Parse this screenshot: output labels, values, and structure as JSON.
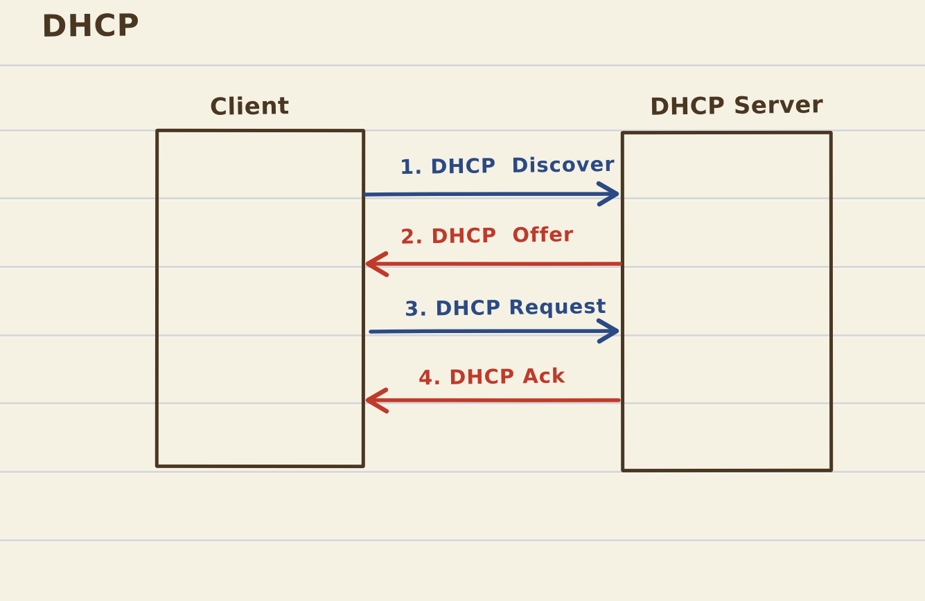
{
  "page": {
    "title": "DHCP"
  },
  "colors": {
    "paper": "#f5f2e4",
    "rule_line": "#d8d8da",
    "ink_brown": "#4a3722",
    "message_blue": "#2b4a84",
    "message_red": "#bf3a2a"
  },
  "diagram": {
    "nodes": [
      {
        "id": "client",
        "label": "Client"
      },
      {
        "id": "dhcp-server",
        "label": "DHCP Server"
      }
    ],
    "messages": [
      {
        "step": 1,
        "label": "1. DHCP  Discover",
        "from": "client",
        "to": "dhcp-server",
        "direction": "right",
        "color": "blue"
      },
      {
        "step": 2,
        "label": "2. DHCP  Offer",
        "from": "dhcp-server",
        "to": "client",
        "direction": "left",
        "color": "red"
      },
      {
        "step": 3,
        "label": "3. DHCP Request",
        "from": "client",
        "to": "dhcp-server",
        "direction": "right",
        "color": "blue"
      },
      {
        "step": 4,
        "label": "4. DHCP Ack",
        "from": "dhcp-server",
        "to": "client",
        "direction": "left",
        "color": "red"
      }
    ]
  }
}
